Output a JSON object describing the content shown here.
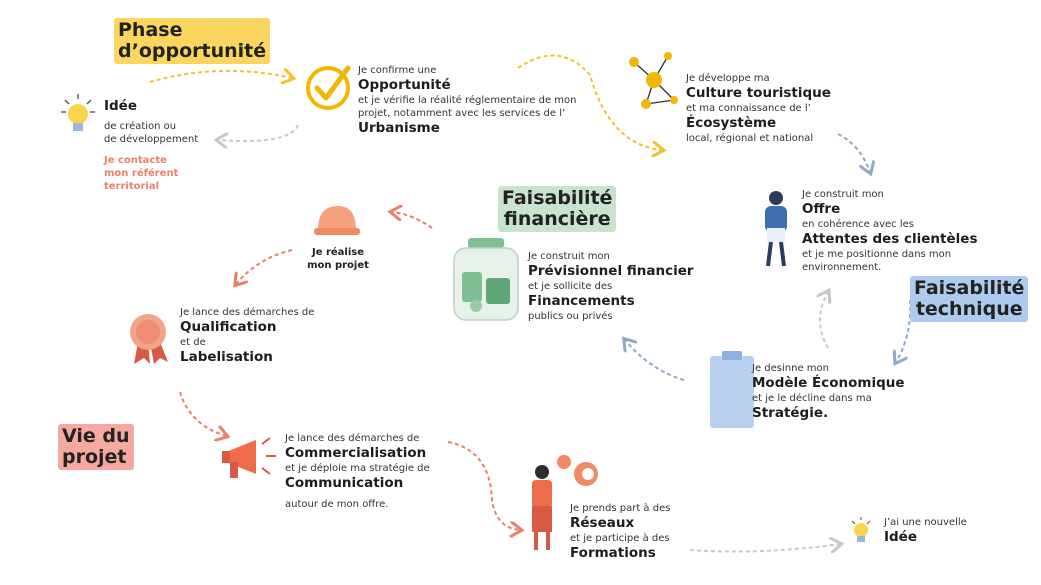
{
  "phases": {
    "opportunity": [
      "Phase",
      "d’opportunité"
    ],
    "financial": [
      "Faisabilité",
      "financière"
    ],
    "technical": [
      "Faisabilité",
      "technique"
    ],
    "project_life": [
      "Vie du",
      "projet"
    ]
  },
  "colors": {
    "yellow": "#fbd65e",
    "green": "#c9e3cf",
    "blue": "#aecbef",
    "pink": "#f6a9a0",
    "accent_yellow": "#f2b705",
    "accent_orange": "#ef6c4a",
    "arrow_yellow": "#f2c12e",
    "arrow_blue": "#8fa8c8",
    "arrow_orange": "#e8806a"
  },
  "steps": {
    "idea": {
      "title": "Idée",
      "line1": "de création ou",
      "line2": "de développement",
      "note": [
        "Je contacte",
        "mon référent",
        "territorial"
      ],
      "icon": "lightbulb-icon"
    },
    "opportunity": {
      "intro": "Je confirme une",
      "bold1": "Opportunité",
      "text1": "et je vérifie la réalité réglementaire de mon",
      "text2": "projet, notamment avec les services de l’",
      "bold2": "Urbanisme",
      "icon": "checkmark-icon"
    },
    "culture": {
      "intro": "Je développe ma",
      "bold1": "Culture touristique",
      "text1": "et ma connaissance de l’",
      "bold2": "Écosystème",
      "text2": "local, régional et national",
      "icon": "network-icon"
    },
    "offer": {
      "intro": "Je construit mon",
      "bold1": "Offre",
      "text1": "en cohérence avec les",
      "bold2": "Attentes des clientèles",
      "text2": "et je me positionne dans mon",
      "text3": "environnement.",
      "icon": "traveler-icon"
    },
    "model": {
      "intro": "Je desinne mon",
      "bold1": "Modèle Économique",
      "text1": "et je le décline dans ma",
      "bold2": "Stratégie.",
      "icon": "clipboard-icon"
    },
    "financial": {
      "intro": "Je construit mon",
      "bold1": "Prévisionnel financier",
      "text1": "et je sollicite des",
      "bold2": "Financements",
      "text2": "publics ou privés",
      "icon": "money-jar-icon"
    },
    "realise": {
      "lines": [
        "Je réalise",
        "mon projet"
      ],
      "icon": "hard-hat-icon"
    },
    "qualification": {
      "intro": "Je lance des démarches de",
      "bold1": "Qualification",
      "text1": "et de",
      "bold2": "Labelisation",
      "icon": "rosette-icon"
    },
    "commercial": {
      "intro": "Je lance des démarches de",
      "bold1": "Commercialisation",
      "text1": "et je déploie ma stratégie de",
      "bold2": "Communication",
      "text2": "autour de mon offre.",
      "icon": "megaphone-icon"
    },
    "networks": {
      "intro": "Je prends part à des",
      "bold1": "Réseaux",
      "text1": "et je participe à des",
      "bold2": "Formations",
      "icon": "people-talking-icon"
    },
    "new_idea": {
      "intro": "J’ai une nouvelle",
      "bold1": "Idée",
      "icon": "lightbulb-icon"
    }
  }
}
